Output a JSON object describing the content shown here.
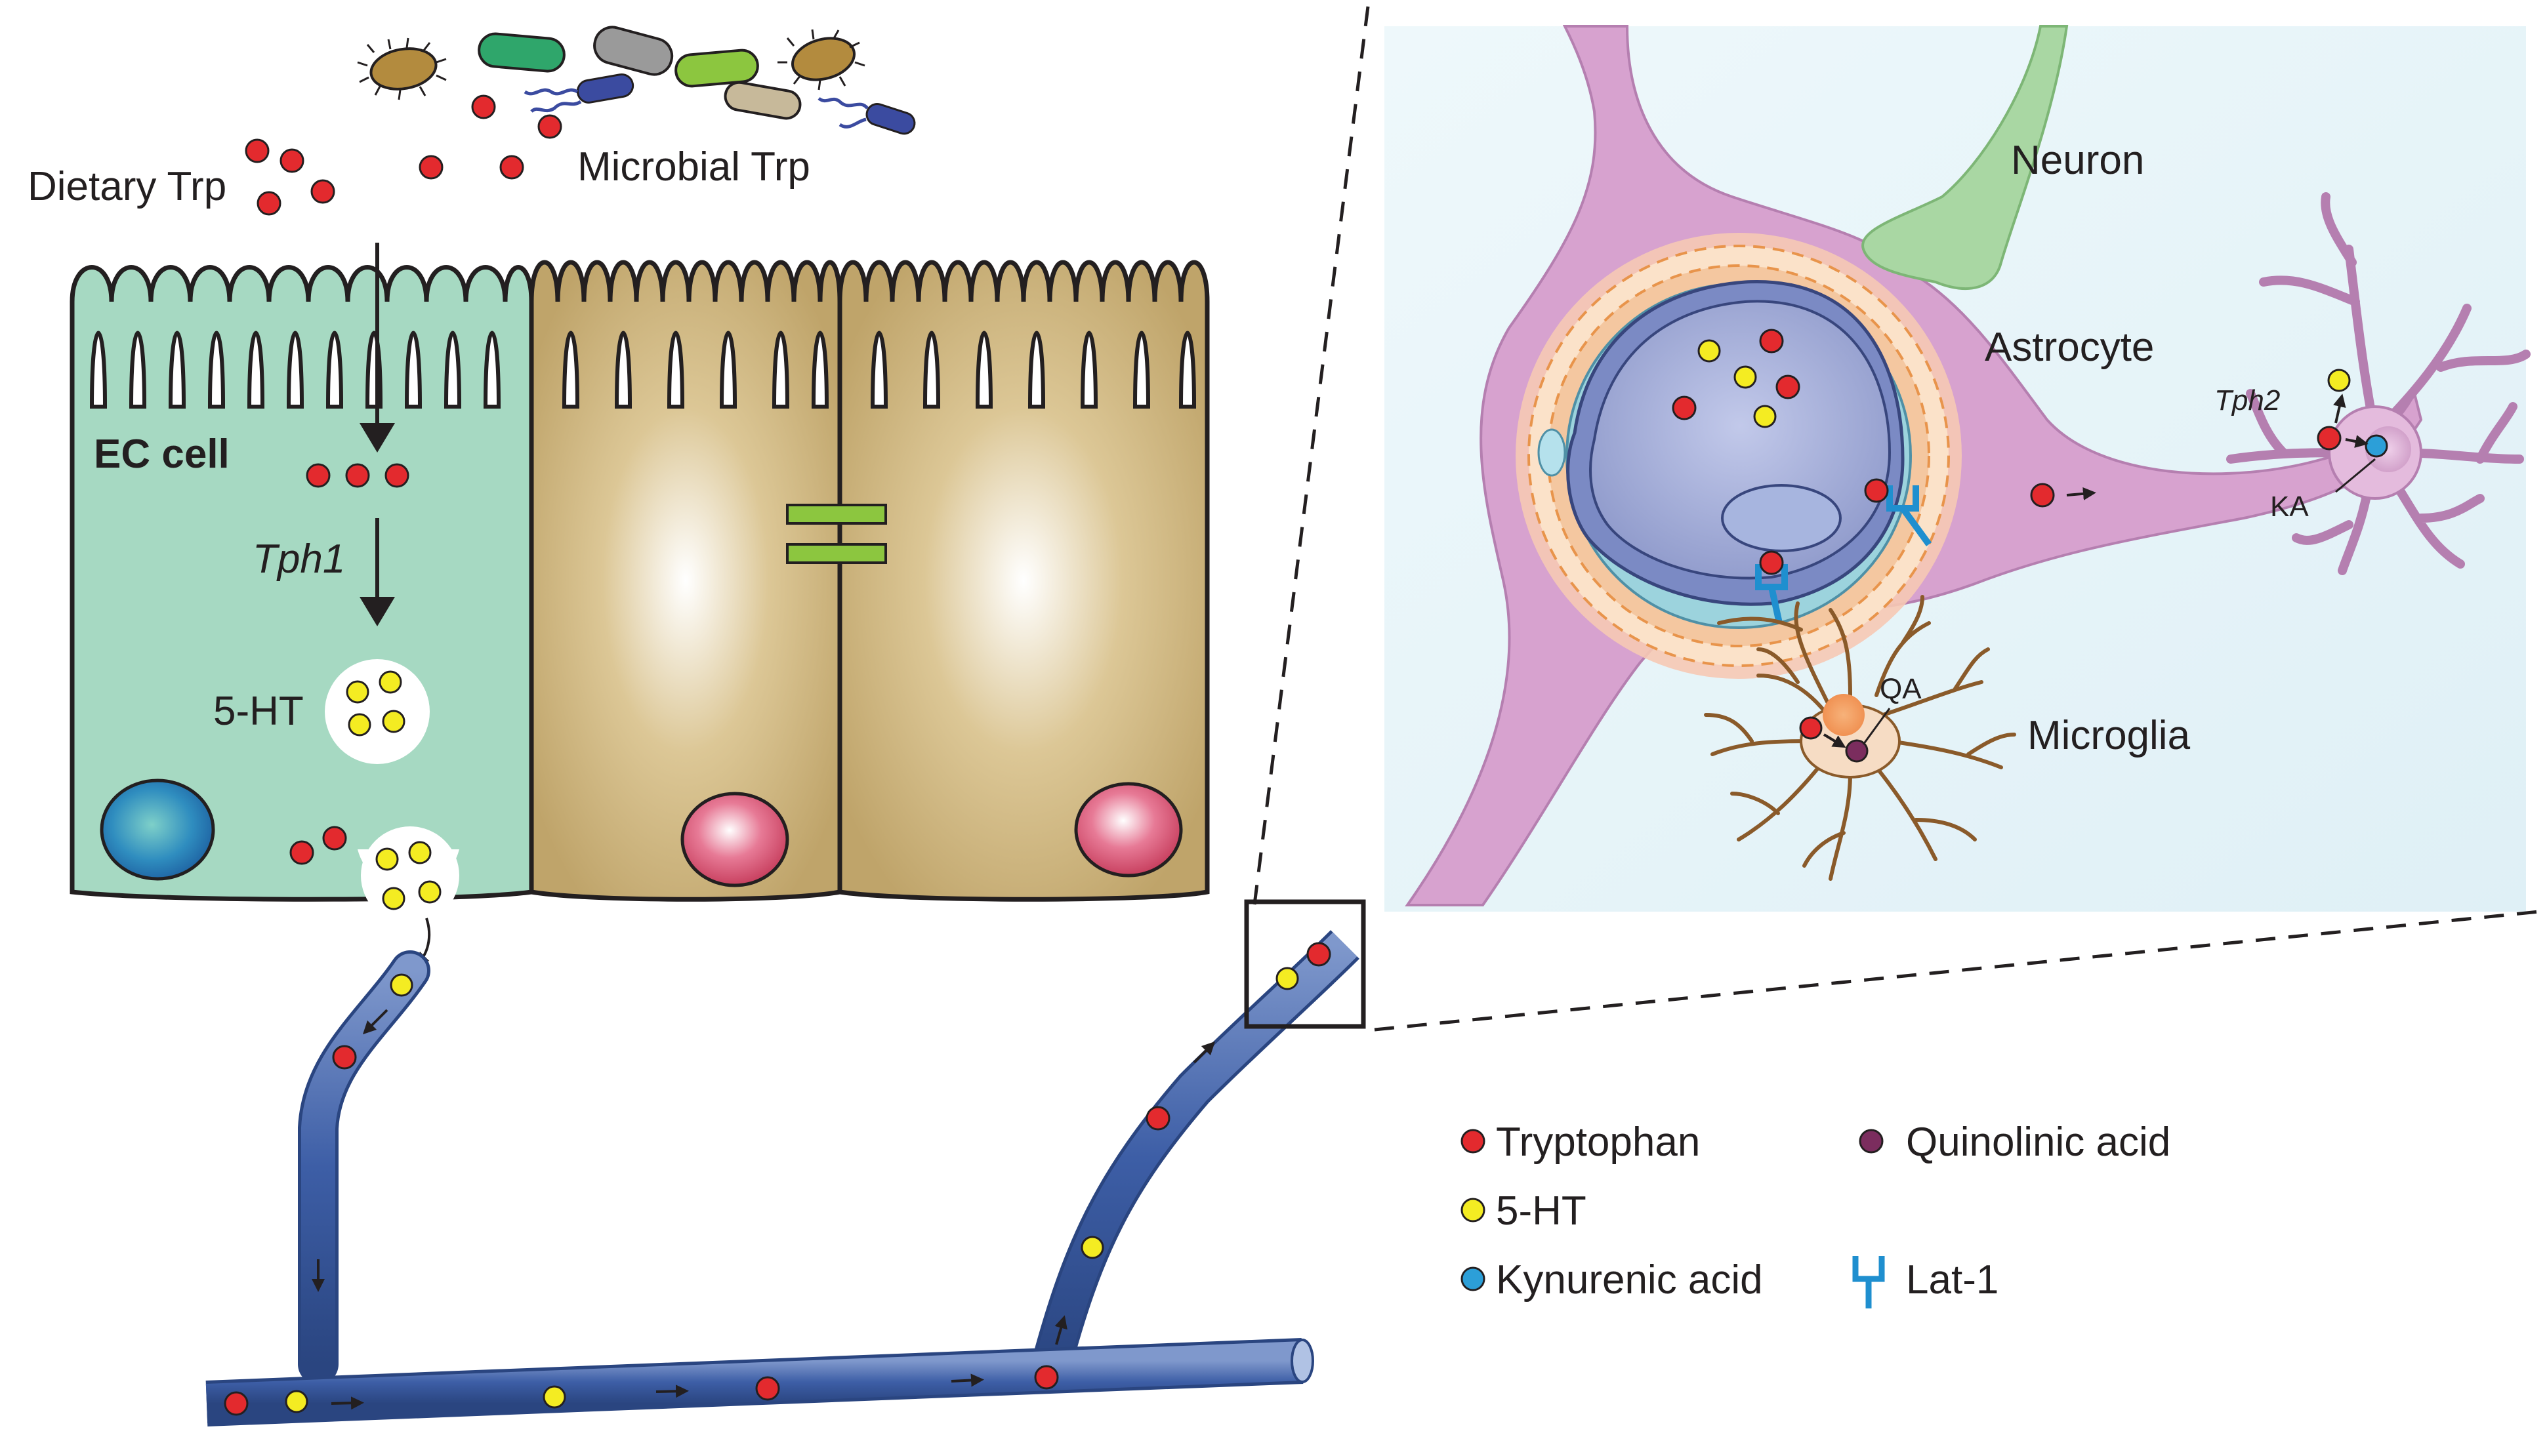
{
  "labels": {
    "dietary_trp": "Dietary Trp",
    "microbial_trp": "Microbial Trp",
    "ec_cell": "EC cell",
    "tph1": "Tph1",
    "five_ht": "5-HT",
    "neuron": "Neuron",
    "astrocyte": "Astrocyte",
    "tph2": "Tph2",
    "ka": "KA",
    "qa": "QA",
    "microglia": "Microglia"
  },
  "legend": {
    "items": [
      {
        "label": "Tryptophan",
        "color": "#e32a2e",
        "shape": "dot"
      },
      {
        "label": "5-HT",
        "color": "#f4ec22",
        "shape": "dot"
      },
      {
        "label": "Kynurenic acid",
        "color": "#2c9fd8",
        "shape": "dot"
      },
      {
        "label": "Quinolinic acid",
        "color": "#7b2d5e",
        "shape": "dot"
      },
      {
        "label": "Lat-1",
        "color": "#1f8fcf",
        "shape": "transporter-icon"
      }
    ]
  },
  "colors": {
    "tryptophan": "#e32a2e",
    "serotonin": "#f4ec22",
    "kynurenic_acid": "#2c9fd8",
    "quinolinic_acid": "#7b2d5e",
    "ec_cell": "#a6d9c2",
    "epithelial_cell": "#c7ad72",
    "blood_vessel": "#3a5fa8",
    "astrocyte": "#d9a6d0",
    "neuron": "#a9d7a3",
    "microglia": "#f6dcc4",
    "inset_background": "#e4f3f8"
  }
}
